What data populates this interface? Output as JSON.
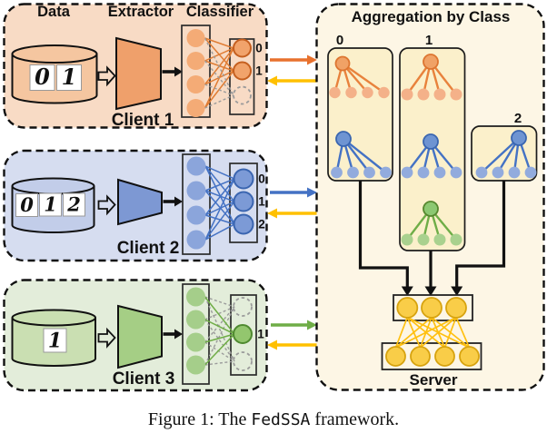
{
  "headers": {
    "data": "Data",
    "extractor": "Extractor",
    "classifier": "Classifier"
  },
  "clients": [
    {
      "name": "Client 1",
      "digits": [
        "0",
        "1"
      ],
      "class_labels": [
        "0",
        "1"
      ]
    },
    {
      "name": "Client 2",
      "digits": [
        "0",
        "1",
        "2"
      ],
      "class_labels": [
        "0",
        "1",
        "2"
      ]
    },
    {
      "name": "Client 3",
      "digits": [
        "1"
      ],
      "class_labels": [
        "1"
      ]
    }
  ],
  "aggregation": {
    "title": "Aggregation by Class",
    "column_labels": [
      "0",
      "1",
      "2"
    ],
    "server_label": "Server"
  },
  "caption": {
    "prefix": "Figure 1: The ",
    "code": "FedSSA",
    "suffix": " framework."
  },
  "colors": {
    "client1_accent": "#E8712D",
    "client2_accent": "#4472C4",
    "client3_accent": "#6FAD47",
    "upload_download": "#FFC000",
    "client1_bg": "#F8DBC5",
    "client2_bg": "#D6DDF0",
    "client3_bg": "#E3EDDA",
    "panel_bg": "#FDF6E5",
    "column_bg": "#FBF0CB",
    "server_node": "#F9CD48"
  }
}
